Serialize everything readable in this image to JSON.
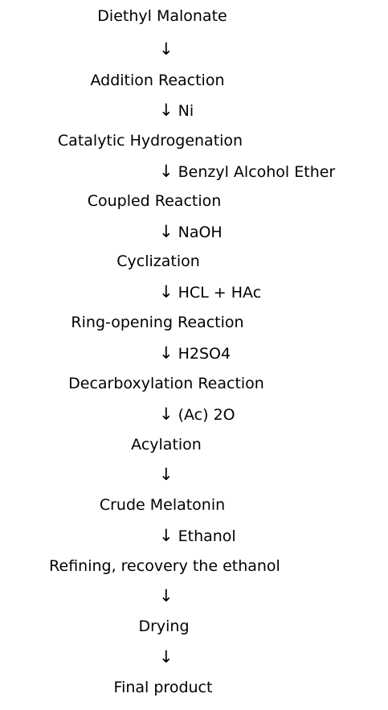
{
  "steps": [
    "Diethyl Malonate",
    "Addition Reaction",
    "Catalytic Hydrogenation",
    "Coupled Reaction",
    "Cyclization",
    "Ring-opening Reaction",
    "Decarboxylation Reaction",
    "Acylation",
    "Crude Melatonin",
    "Refining, recovery the ethanol",
    "Drying",
    "Final product"
  ],
  "arrow_glyph": "↓",
  "reagents": [
    "",
    "Ni",
    "Benzyl Alcohol Ether",
    "NaOH",
    "HCL + HAc",
    "H2SO4",
    "(Ac) 2O",
    "",
    "Ethanol",
    "",
    ""
  ]
}
